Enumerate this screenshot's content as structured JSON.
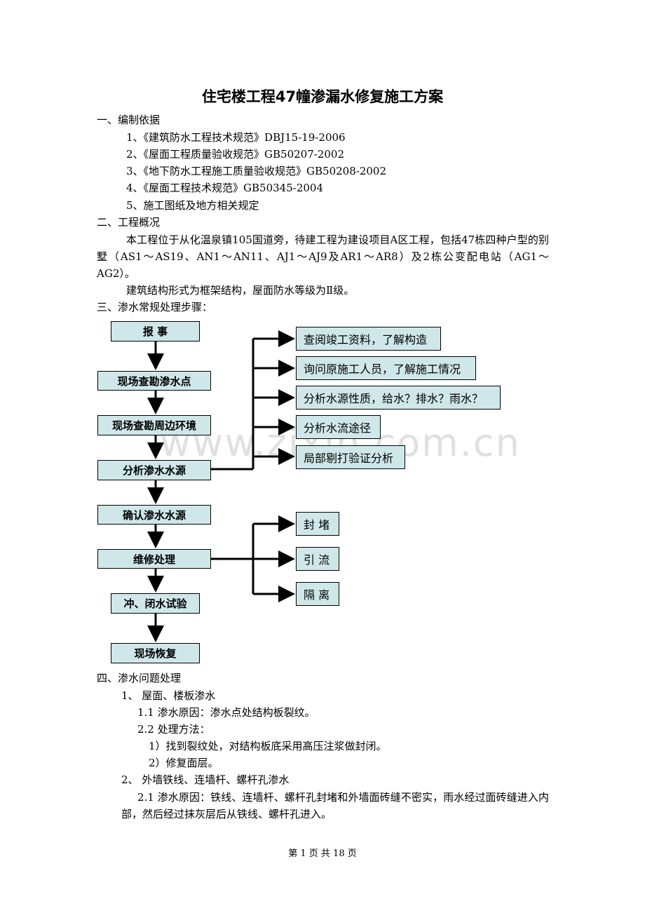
{
  "title": "住宅楼工程47幢渗漏水修复施工方案",
  "sections": {
    "s1": "一、编制依据",
    "s1_items": [
      "1、《建筑防水工程技术规范》DBJ15-19-2006",
      "2、《屋面工程质量验收规范》GB50207-2002",
      "3、《地下防水工程施工质量验收规范》GB50208-2002",
      "4、《屋面工程技术规范》GB50345-2004",
      "5、施工图纸及地方相关规定"
    ],
    "s2": "二、工程概况",
    "s2_p1": "本工程位于从化温泉镇105国道旁，待建工程为建设项目A区工程，包括47栋四种户型的别墅（AS1～AS19、AN1～AN11、AJ1～AJ9及AR1～AR8）及2栋公变配电站（AG1～AG2）。",
    "s2_p2": "建筑结构形式为框架结构，屋面防水等级为Ⅱ级。",
    "s3": "三、渗水常规处理步骤：",
    "s4": "四、渗水问题处理",
    "s4_1": "1、 屋面、楼板渗水",
    "s4_1_1": "1.1 渗水原因：渗水点处结构板裂纹。",
    "s4_1_2": "2.2 处理方法：",
    "s4_1_2a": "1）找到裂纹处，对结构板底采用高压注浆做封闭。",
    "s4_1_2b": "2）修复面层。",
    "s4_2": "2、 外墙铁线、连墙杆、螺杆孔渗水",
    "s4_2_1": "2.1 渗水原因：铁线、连墙杆、螺杆孔封堵和外墙面砖缝不密实，雨水经过面砖缝进入内部，然后经过抹灰层后从铁线、螺杆孔进入。"
  },
  "flow": {
    "main": [
      "报  事",
      "现场查勘渗水点",
      "现场查勘周边环境",
      "分析渗水水源",
      "确认渗水水源",
      "维修处理",
      "冲、闭水试验",
      "现场恢复"
    ],
    "branch1": [
      "查阅竣工资料，了解构造",
      "询问原施工人员，了解施工情况",
      "分析水源性质，给水？排水？雨水？",
      "分析水流途径",
      "局部剔打验证分析"
    ],
    "branch2": [
      "封  堵",
      "引  流",
      "隔  离"
    ]
  },
  "watermark": "www.zixin.com.cn",
  "footer": "第 1 页 共 18 页"
}
